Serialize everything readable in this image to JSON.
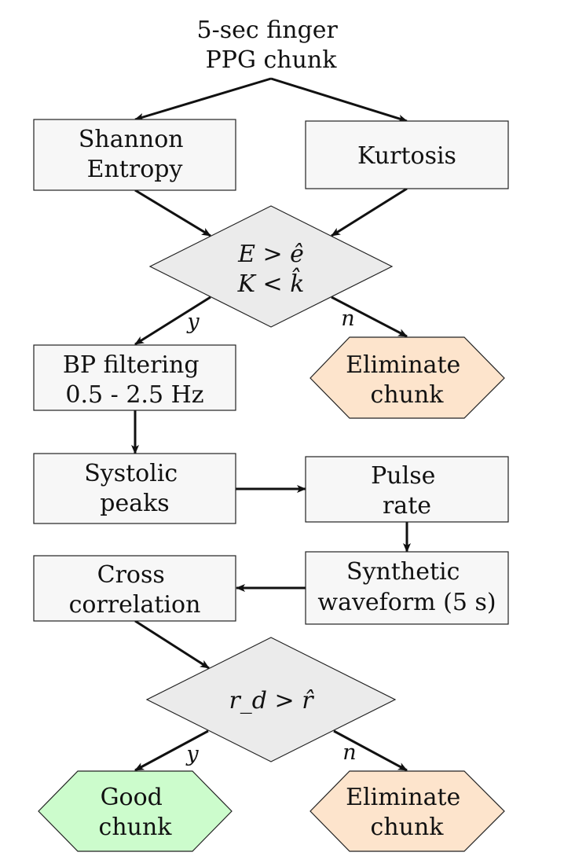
{
  "input": {
    "line1": "5-sec finger",
    "line2": "PPG chunk"
  },
  "nodes": {
    "entropy": {
      "line1": "Shannon",
      "line2": "Entropy"
    },
    "kurtosis": {
      "line1": "Kurtosis"
    },
    "decision1": {
      "line1": "E > ê",
      "line2": "K < k̂"
    },
    "bp_filter": {
      "line1": "BP filtering",
      "line2": "0.5 - 2.5 Hz"
    },
    "eliminate1": {
      "line1": "Eliminate",
      "line2": "chunk"
    },
    "systolic": {
      "line1": "Systolic",
      "line2": "peaks"
    },
    "pulse": {
      "line1": "Pulse",
      "line2": "rate"
    },
    "synthetic": {
      "line1": "Synthetic",
      "line2": "waveform (5 s)"
    },
    "cross": {
      "line1": "Cross",
      "line2": "correlation"
    },
    "decision2": {
      "line1": "r_d > r̂"
    },
    "good": {
      "line1": "Good",
      "line2": "chunk"
    },
    "eliminate2": {
      "line1": "Eliminate",
      "line2": "chunk"
    }
  },
  "edge_labels": {
    "yes": "y",
    "no": "n"
  },
  "colors": {
    "process_fill": "#f7f7f7",
    "decision_fill": "#ebebeb",
    "eliminate_fill": "#fde4cc",
    "good_fill": "#ccfccc"
  }
}
